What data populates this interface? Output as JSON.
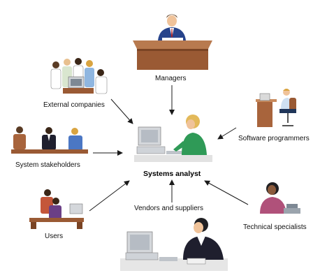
{
  "center": {
    "label": "Systems analyst"
  },
  "nodes": {
    "managers": "Managers",
    "external_companies": "External companies",
    "software_programmers": "Software programmers",
    "system_stakeholders": "System stakeholders",
    "users": "Users",
    "vendors_and_suppliers": "Vendors and suppliers",
    "technical_specialists": "Technical specialists"
  },
  "colors": {
    "desk_wood": "#a8643c",
    "suit_blue": "#27448c",
    "analyst_green": "#2f9a57",
    "arrow": "#1a1a1a"
  }
}
